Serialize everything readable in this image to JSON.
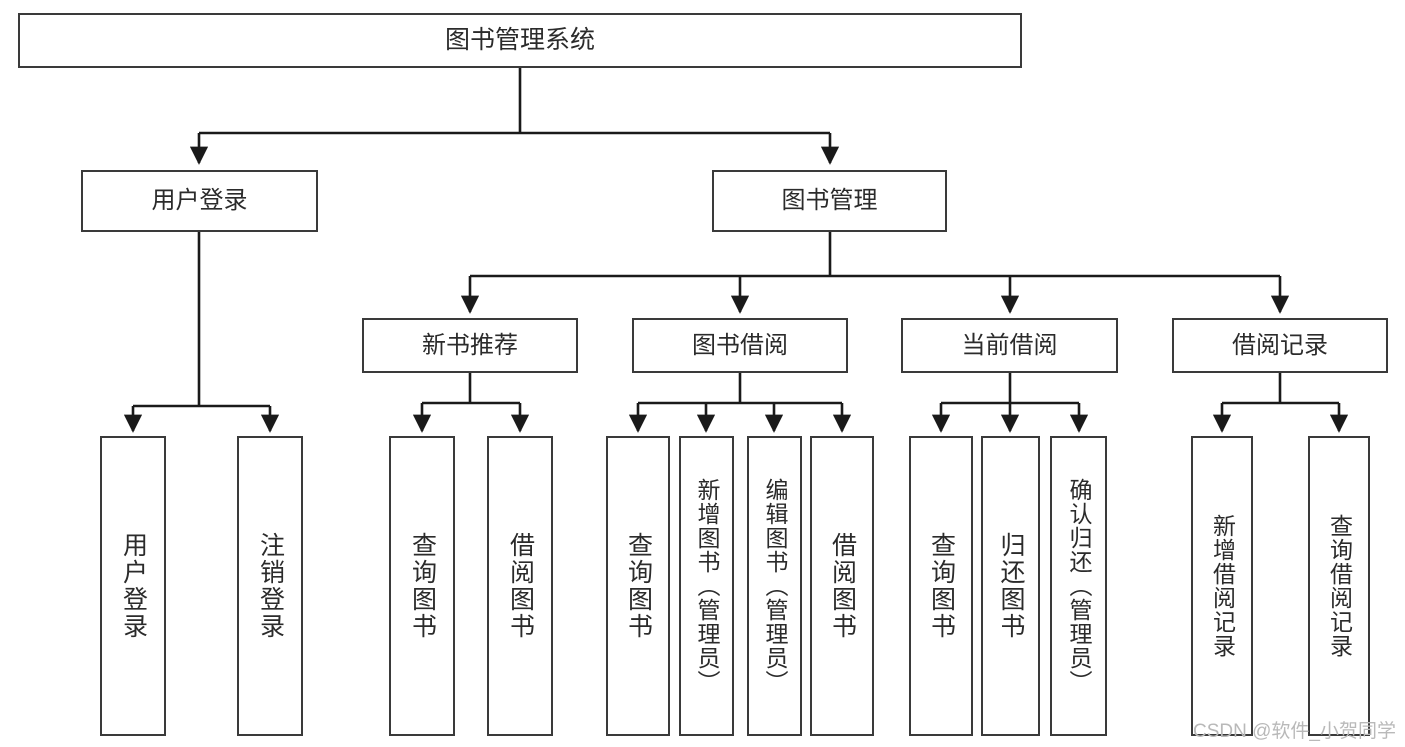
{
  "diagram": {
    "title": "图书管理系统",
    "type": "tree",
    "watermark": "CSDN @软件_小贺同学",
    "colors": {
      "box_border": "#3a3a3a",
      "box_fill": "#ffffff",
      "edge": "#1a1a1a",
      "text": "#2b2b2b",
      "watermark": "#b9b9b9",
      "background": "#ffffff"
    },
    "nodes": {
      "root": {
        "label": "图书管理系统"
      },
      "level2": [
        {
          "label": "用户登录"
        },
        {
          "label": "图书管理"
        }
      ],
      "level3": [
        {
          "label": "新书推荐"
        },
        {
          "label": "图书借阅"
        },
        {
          "label": "当前借阅"
        },
        {
          "label": "借阅记录"
        }
      ],
      "leaves": [
        {
          "label": "用户登录",
          "parent": "用户登录"
        },
        {
          "label": "注销登录",
          "parent": "用户登录"
        },
        {
          "label": "查询图书",
          "parent": "新书推荐"
        },
        {
          "label": "借阅图书",
          "parent": "新书推荐"
        },
        {
          "label": "查询图书",
          "parent": "图书借阅"
        },
        {
          "label": "新增图书（管理员）",
          "parent": "图书借阅"
        },
        {
          "label": "编辑图书（管理员）",
          "parent": "图书借阅"
        },
        {
          "label": "借阅图书",
          "parent": "图书借阅"
        },
        {
          "label": "查询图书",
          "parent": "当前借阅"
        },
        {
          "label": "归还图书",
          "parent": "当前借阅"
        },
        {
          "label": "确认归还（管理员）",
          "parent": "当前借阅"
        },
        {
          "label": "新增借阅记录",
          "parent": "借阅记录"
        },
        {
          "label": "查询借阅记录",
          "parent": "借阅记录"
        }
      ]
    }
  }
}
